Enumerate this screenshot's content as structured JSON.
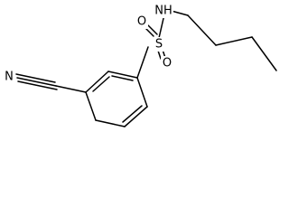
{
  "atoms": {
    "nitrogen_amide": "NH",
    "sulfur": "S",
    "oxygen_left": "O",
    "oxygen_bottom": "O",
    "nitrogen_nitrile": "N"
  }
}
